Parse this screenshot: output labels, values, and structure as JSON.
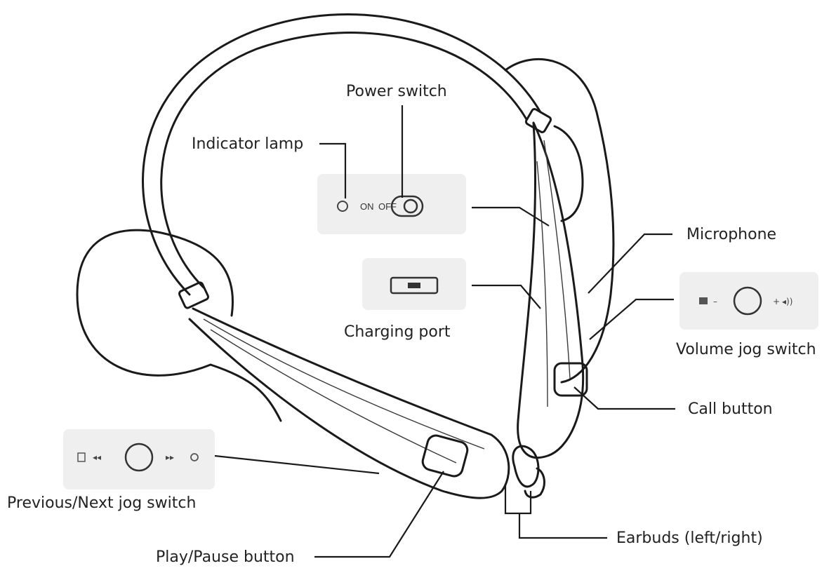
{
  "labels": {
    "power_switch": "Power switch",
    "indicator_lamp": "Indicator lamp",
    "microphone": "Microphone",
    "charging_port": "Charging port",
    "volume_jog_switch": "Volume jog switch",
    "call_button": "Call button",
    "prev_next_jog_switch": "Previous/Next jog switch",
    "earbuds": "Earbuds (left/right)",
    "play_pause_button": "Play/Pause button"
  },
  "switch_text": {
    "on": "ON",
    "off": "OFF"
  },
  "icons": {
    "headset": "neckband-headset-outline",
    "indicator": "indicator-lamp-circle",
    "power": "slide-switch",
    "charging": "usb-port",
    "volume": "volume-jog-dial",
    "prev_next": "track-jog-dial"
  }
}
